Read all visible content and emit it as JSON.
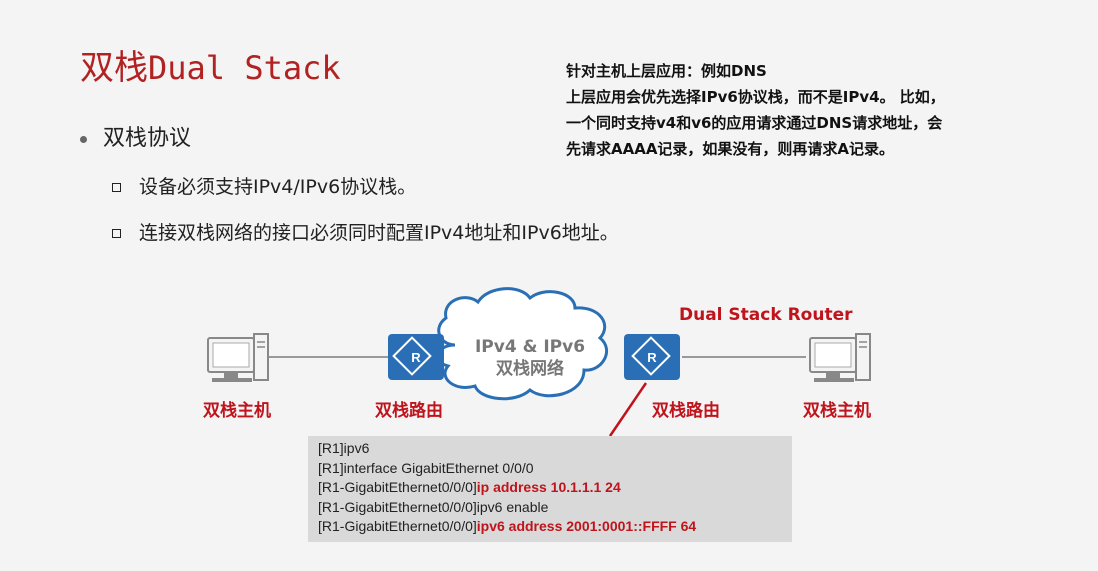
{
  "title": {
    "cjk": "双栈",
    "latin": "Dual Stack"
  },
  "note": {
    "lines": [
      "针对主机上层应用：例如DNS",
      "上层应用会优先选择IPv6协议栈，而不是IPv4。 比如，",
      "一个同时支持v4和v6的应用请求通过DNS请求地址，会",
      "先请求AAAA记录，如果没有，则再请求A记录。"
    ]
  },
  "bullet": {
    "text": "双栈协议",
    "subs": [
      "设备必须支持IPv4/IPv6协议栈。",
      "连接双栈网络的接口必须同时配置IPv4地址和IPv6地址。"
    ]
  },
  "diagram": {
    "router_label": "Dual Stack Router",
    "cloud_line1": "IPv4 & IPv6",
    "cloud_line2": "双栈网络",
    "host_left": "双栈主机",
    "router_left": "双栈路由",
    "router_right": "双栈路由",
    "host_right": "双栈主机",
    "router_glyph": "R",
    "colors": {
      "accent": "#c0141c",
      "router": "#2a6fb5",
      "cloud_border": "#2a6fb5"
    }
  },
  "config": {
    "lines": [
      {
        "prefix": "[R1]ipv6",
        "highlight": ""
      },
      {
        "prefix": "[R1]interface GigabitEthernet 0/0/0",
        "highlight": ""
      },
      {
        "prefix": "[R1-GigabitEthernet0/0/0]",
        "highlight": "ip address 10.1.1.1 24"
      },
      {
        "prefix": "[R1-GigabitEthernet0/0/0]ipv6 enable",
        "highlight": ""
      },
      {
        "prefix": "[R1-GigabitEthernet0/0/0]",
        "highlight": "ipv6 address 2001:0001::FFFF 64"
      }
    ]
  }
}
